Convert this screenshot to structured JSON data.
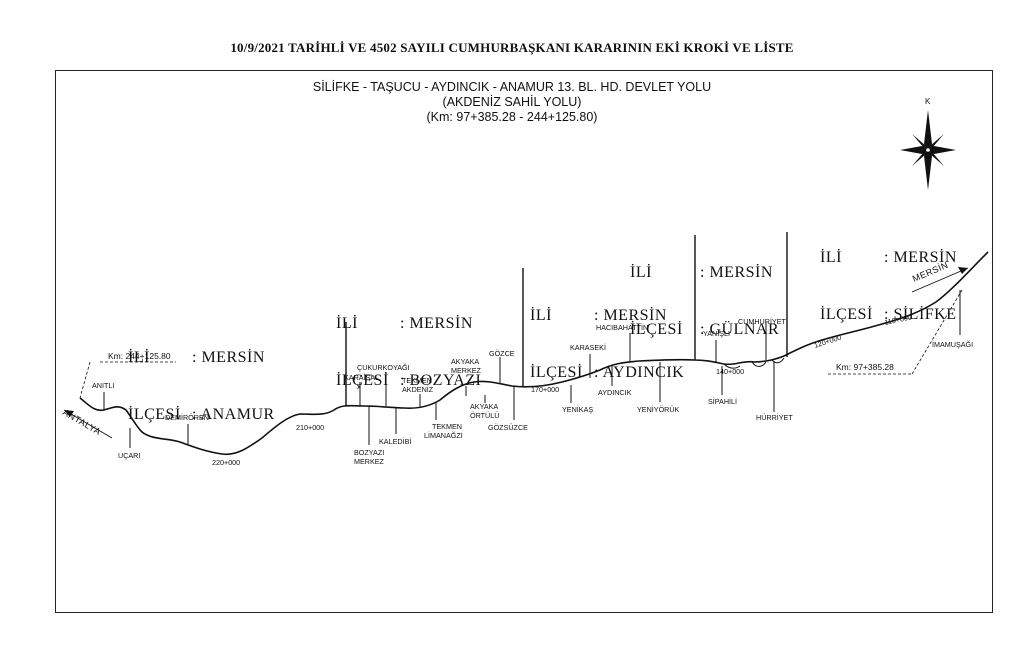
{
  "document_title": "10/9/2021 TARİHLİ VE 4502 SAYILI CUMHURBAŞKANI KARARININ EKİ KROKİ VE LİSTE",
  "map_title": {
    "line1": "SİLİFKE - TAŞUCU - AYDINCIK - ANAMUR 13. BL. HD. DEVLET YOLU",
    "line2": "(AKDENİZ SAHİL YOLU)",
    "line3": "(Km: 97+385.28 - 244+125.80)"
  },
  "compass": {
    "north_label": "K",
    "icon": "north-arrow-compass"
  },
  "admin_blocks": [
    {
      "il_label": "İLİ",
      "il_value": ": MERSİN",
      "ilce_label": "İLÇESİ",
      "ilce_value": ": ANAMUR"
    },
    {
      "il_label": "İLİ",
      "il_value": ": MERSİN",
      "ilce_label": "İLÇESİ",
      "ilce_value": ": BOZYAZI"
    },
    {
      "il_label": "İLİ",
      "il_value": ": MERSİN",
      "ilce_label": "İLÇESİ",
      "ilce_value": ": AYDINCIK"
    },
    {
      "il_label": "İLİ",
      "il_value": ": MERSİN",
      "ilce_label": "İLÇESİ",
      "ilce_value": ": GÜLNAR"
    },
    {
      "il_label": "İLİ",
      "il_value": ": MERSİN",
      "ilce_label": "İLÇESİ",
      "ilce_value": ": SİLİFKE"
    }
  ],
  "endpoints": {
    "west_km": "Km: 244+125.80",
    "east_km": "Km: 97+385.28",
    "west_direction": "ANTALYA",
    "east_direction": "MERSİN"
  },
  "km_markers": [
    "220+000",
    "210+000",
    "170+000",
    "140+000",
    "120+000",
    "110+000"
  ],
  "places": [
    {
      "name": "ANITLI"
    },
    {
      "name": "UÇARI"
    },
    {
      "name": "DEMİRÖREN"
    },
    {
      "name": "ÇUKURKOYAĞI"
    },
    {
      "name": "KARAİSAL"
    },
    {
      "name": "BOZYAZI"
    },
    {
      "name": "MERKEZ"
    },
    {
      "name": "KALEDİBİ"
    },
    {
      "name": "TEKMEN"
    },
    {
      "name": "AKDENİZ"
    },
    {
      "name": "TEKMEN"
    },
    {
      "name": "LİMANAĞZI"
    },
    {
      "name": "AKYAKA"
    },
    {
      "name": "MERKEZ"
    },
    {
      "name": "AKYAKA"
    },
    {
      "name": "ÖRTÜLÜ"
    },
    {
      "name": "GÖZCE"
    },
    {
      "name": "GÖZSÜZCE"
    },
    {
      "name": "YENİKAŞ"
    },
    {
      "name": "KARASEKİ"
    },
    {
      "name": "HACIBAHATTİN"
    },
    {
      "name": "AYDINCIK"
    },
    {
      "name": "YENİYÖRÜK"
    },
    {
      "name": "SİPAHİLİ"
    },
    {
      "name": "YANIŞLI"
    },
    {
      "name": "CUMHURİYET"
    },
    {
      "name": "HÜRRİYET"
    },
    {
      "name": "İMAMUŞAĞI"
    }
  ]
}
